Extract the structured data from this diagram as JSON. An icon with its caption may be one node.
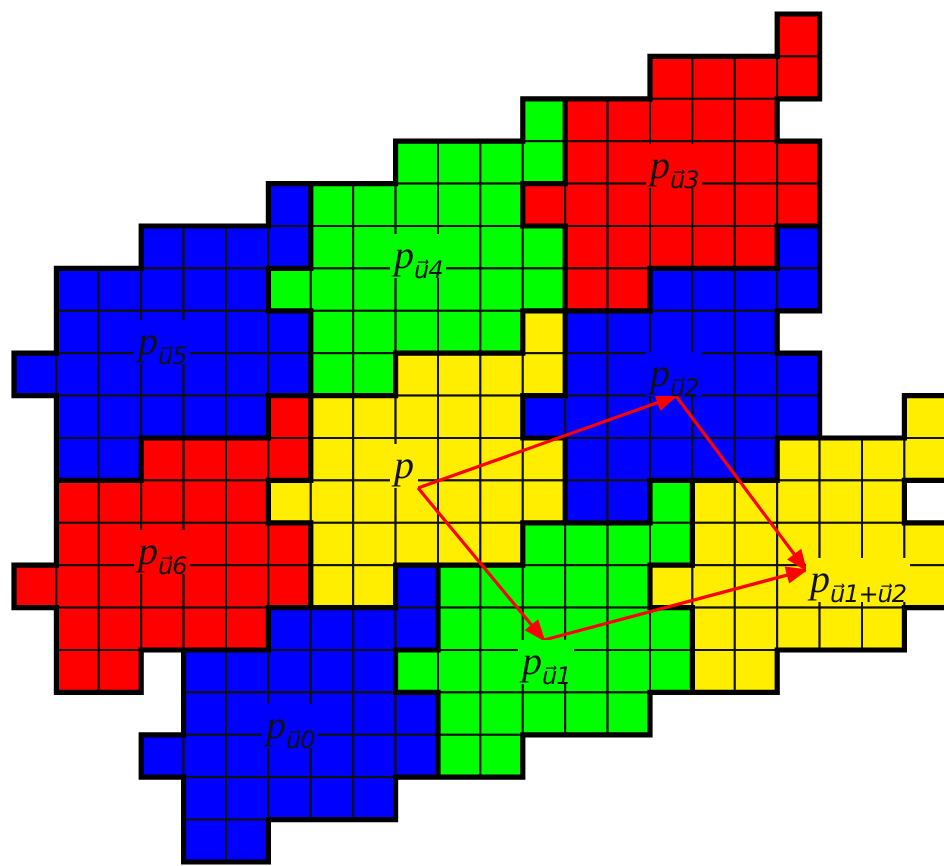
{
  "diagram": {
    "nodes": [
      {
        "text": [
          "*p*"
        ]
      },
      {
        "text": [
          "*p*$_{u⃗3}$"
        ]
      },
      {
        "text": [
          "*p*$_{u⃗4}$"
        ]
      },
      {
        "text": [
          "*p*$_{u⃗5}$"
        ]
      },
      {
        "text": [
          "*p*$_{u⃗2}$"
        ]
      },
      {
        "text": [
          "*p*$_{u⃗6}$"
        ]
      },
      {
        "text": [
          "*p*$_{u⃗0}$"
        ]
      },
      {
        "text": [
          "*p*$_{u⃗1}$"
        ]
      },
      {
        "text": [
          "*p*$_{u⃗1+u⃗2}$"
        ]
      }
    ],
    "edges": [
      {
        "from": 0,
        "to": 4,
        "arrow": "to"
      },
      {
        "from": 0,
        "to": 7,
        "arrow": "to"
      },
      {
        "from": 4,
        "to": 8,
        "arrow": "to"
      },
      {
        "from": 7,
        "to": 8,
        "arrow": "to"
      }
    ]
  }
}
